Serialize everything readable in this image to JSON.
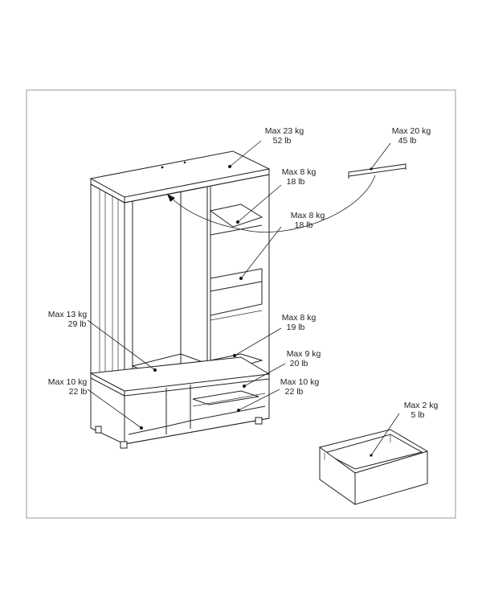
{
  "labels": {
    "top": [
      "Max 23 kg",
      "52 lb"
    ],
    "rail": [
      "Max 20 kg",
      "45 lb"
    ],
    "shelf1": [
      "Max 8 kg",
      "18 lb"
    ],
    "shelf2": [
      "Max 8 kg",
      "18 lb"
    ],
    "shelf3": [
      "Max 8 kg",
      "19 lb"
    ],
    "wardrobe": [
      "Max 13 kg",
      "29 lb"
    ],
    "shelf4": [
      "Max 9 kg",
      "20 lb"
    ],
    "bottom_left": [
      "Max 10 kg",
      "22 lb"
    ],
    "bottom_right": [
      "Max 10 kg",
      "22 lb"
    ],
    "drawer": [
      "Max 2 kg",
      "5 lb"
    ]
  }
}
